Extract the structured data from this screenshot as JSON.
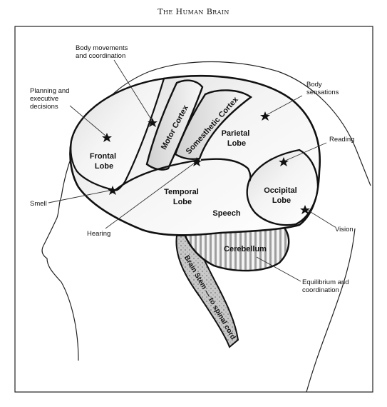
{
  "title": "The Human Brain",
  "regions": {
    "frontal_lobe": [
      "Frontal",
      "Lobe"
    ],
    "motor_cortex": "Motor Cortex",
    "somesthetic_cortex": "Somesthetic Cortex",
    "parietal_lobe": [
      "Parietal",
      "Lobe"
    ],
    "occipital_lobe": [
      "Occipital",
      "Lobe"
    ],
    "temporal_lobe": [
      "Temporal",
      "Lobe"
    ],
    "speech": "Speech",
    "cerebellum": "Cerebellum",
    "brain_stem": "Brain Stem — to spinal cord"
  },
  "callouts": {
    "body_movements": [
      "Body movements",
      "and coordination"
    ],
    "planning": [
      "Planning and",
      "executive",
      "decisions"
    ],
    "body_sensations": [
      "Body",
      "sensations"
    ],
    "reading": "Reading",
    "smell": "Smell",
    "hearing": "Hearing",
    "vision": "Vision",
    "equilibrium": [
      "Equilibrium and",
      "coordination"
    ]
  }
}
